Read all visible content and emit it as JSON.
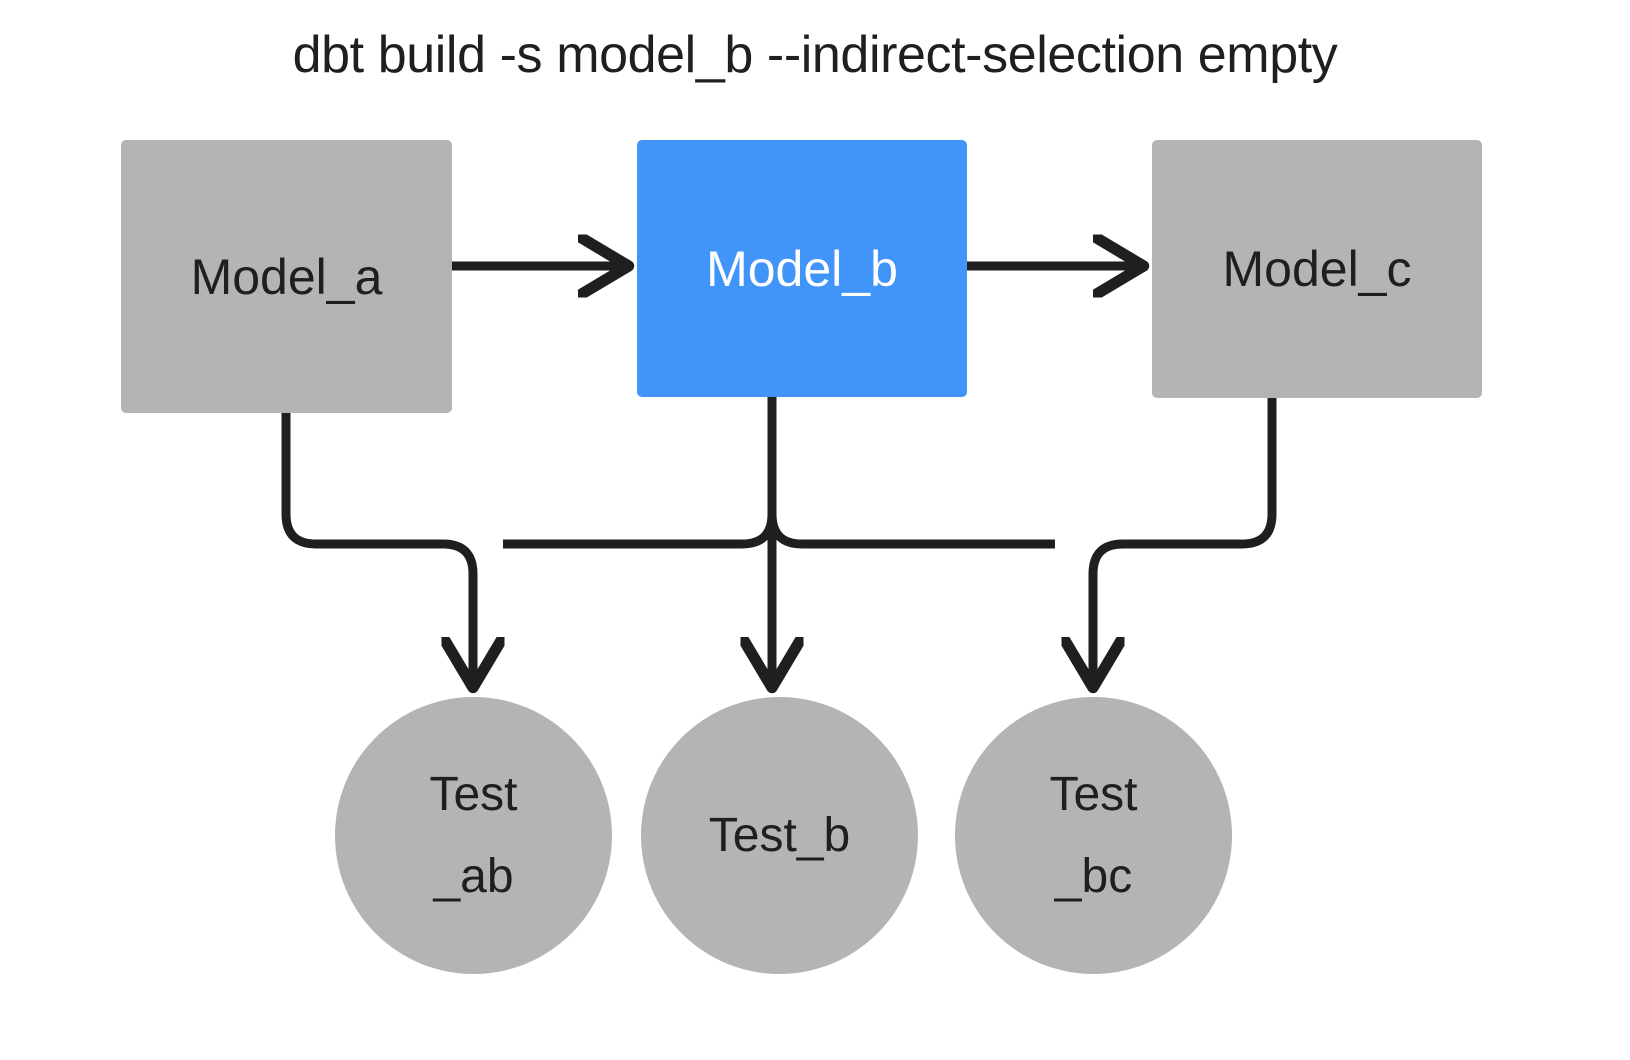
{
  "diagram": {
    "title": "dbt build -s model_b --indirect-selection empty",
    "background_color": "#ffffff",
    "colors": {
      "node_default": "#b4b4b4",
      "node_selected": "#4295f8",
      "edge": "#1f1f1f",
      "text_dark": "#1f1f1f",
      "text_light": "#ffffff"
    },
    "models": [
      {
        "id": "model_a",
        "label": "Model_a",
        "shape": "rectangle",
        "fill": "#b4b4b4",
        "text_color": "#1f1f1f",
        "selected": false
      },
      {
        "id": "model_b",
        "label": "Model_b",
        "shape": "rectangle",
        "fill": "#4295f8",
        "text_color": "#ffffff",
        "selected": true
      },
      {
        "id": "model_c",
        "label": "Model_c",
        "shape": "rectangle",
        "fill": "#b4b4b4",
        "text_color": "#1f1f1f",
        "selected": false
      }
    ],
    "tests": [
      {
        "id": "test_ab",
        "label": "Test\n_ab",
        "shape": "circle",
        "fill": "#b4b4b4",
        "text_color": "#1f1f1f",
        "selected": false
      },
      {
        "id": "test_b",
        "label": "Test_b",
        "shape": "circle",
        "fill": "#b4b4b4",
        "text_color": "#1f1f1f",
        "selected": false
      },
      {
        "id": "test_bc",
        "label": "Test\n_bc",
        "shape": "circle",
        "fill": "#b4b4b4",
        "text_color": "#1f1f1f",
        "selected": false
      }
    ],
    "edges": [
      {
        "from": "model_a",
        "to": "model_b",
        "style": "straight-arrow"
      },
      {
        "from": "model_b",
        "to": "model_c",
        "style": "straight-arrow"
      },
      {
        "from": "model_a",
        "to": "test_ab",
        "style": "elbow-arrow"
      },
      {
        "from": "model_b",
        "to": "test_ab",
        "style": "elbow-arrow"
      },
      {
        "from": "model_b",
        "to": "test_b",
        "style": "straight-arrow"
      },
      {
        "from": "model_b",
        "to": "test_bc",
        "style": "elbow-arrow"
      },
      {
        "from": "model_c",
        "to": "test_bc",
        "style": "elbow-arrow"
      }
    ]
  }
}
